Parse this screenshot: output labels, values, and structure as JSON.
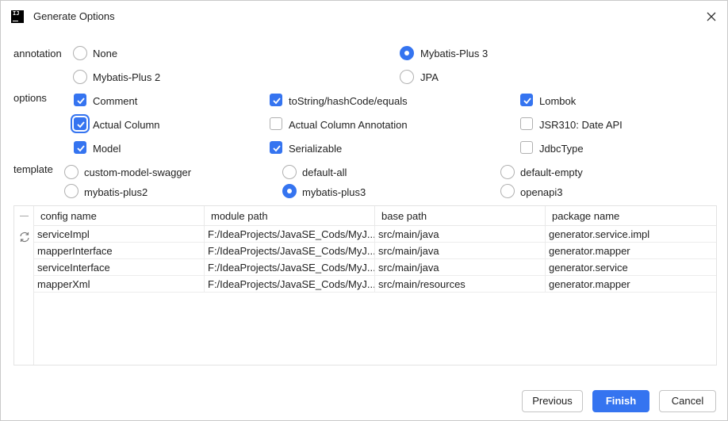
{
  "window": {
    "title": "Generate Options",
    "app_icon_text": "IJ"
  },
  "annotation": {
    "label": "annotation",
    "options": [
      {
        "label": "None",
        "selected": false
      },
      {
        "label": "Mybatis-Plus 3",
        "selected": true
      },
      {
        "label": "Mybatis-Plus 2",
        "selected": false
      },
      {
        "label": "JPA",
        "selected": false
      }
    ]
  },
  "options": {
    "label": "options",
    "items": [
      {
        "label": "Comment",
        "checked": true
      },
      {
        "label": "toString/hashCode/equals",
        "checked": true
      },
      {
        "label": "Lombok",
        "checked": true
      },
      {
        "label": "Actual Column",
        "checked": true
      },
      {
        "label": "Actual Column Annotation",
        "checked": false
      },
      {
        "label": "JSR310: Date API",
        "checked": false
      },
      {
        "label": "Model",
        "checked": true
      },
      {
        "label": "Serializable",
        "checked": true
      },
      {
        "label": "JdbcType",
        "checked": false
      }
    ]
  },
  "template": {
    "label": "template",
    "options": [
      {
        "label": "custom-model-swagger",
        "selected": false
      },
      {
        "label": "default-all",
        "selected": false
      },
      {
        "label": "default-empty",
        "selected": false
      },
      {
        "label": "mybatis-plus2",
        "selected": false
      },
      {
        "label": "mybatis-plus3",
        "selected": true
      },
      {
        "label": "openapi3",
        "selected": false
      }
    ]
  },
  "table": {
    "columns": [
      "config name",
      "module path",
      "base path",
      "package name"
    ],
    "rows": [
      [
        "serviceImpl",
        "F:/IdeaProjects/JavaSE_Cods/MyJ...",
        "src/main/java",
        "generator.service.impl"
      ],
      [
        "mapperInterface",
        "F:/IdeaProjects/JavaSE_Cods/MyJ...",
        "src/main/java",
        "generator.mapper"
      ],
      [
        "serviceInterface",
        "F:/IdeaProjects/JavaSE_Cods/MyJ...",
        "src/main/java",
        "generator.service"
      ],
      [
        "mapperXml",
        "F:/IdeaProjects/JavaSE_Cods/MyJ...",
        "src/main/resources",
        "generator.mapper"
      ]
    ]
  },
  "buttons": {
    "previous": "Previous",
    "finish": "Finish",
    "cancel": "Cancel"
  },
  "colors": {
    "accent": "#3574f0"
  }
}
